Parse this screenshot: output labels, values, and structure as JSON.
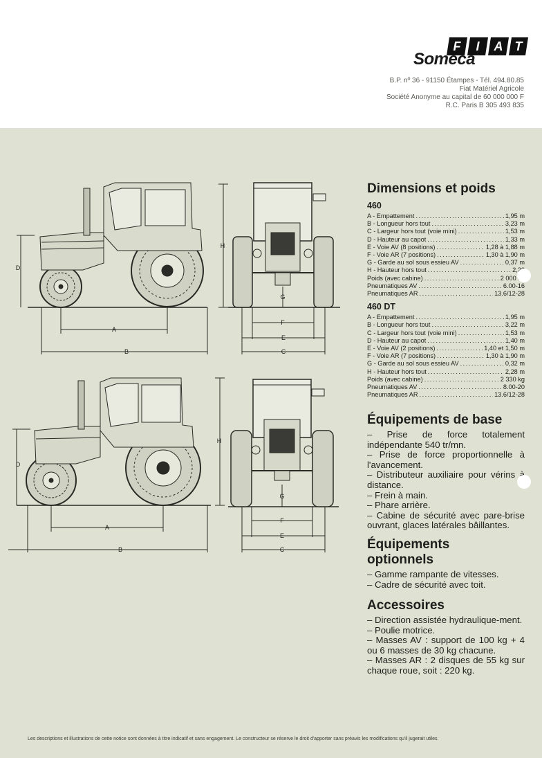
{
  "header": {
    "brand_top": "FIAT",
    "brand_bottom": "Someca",
    "address_lines": [
      "B.P. nº 36 - 91150 Étampes - Tél. 494.80.85",
      "Fiat Matériel Agricole",
      "Société Anonyme au capital de 60 000 000 F",
      "R.C. Paris B 305 493 835"
    ]
  },
  "drawing_labels": {
    "a": "A",
    "b": "B",
    "c": "C",
    "d": "D",
    "e": "E",
    "f": "F",
    "g": "G",
    "h": "H"
  },
  "dimensions": {
    "title": "Dimensions et poids",
    "models": [
      {
        "name": "460",
        "specs": [
          {
            "label": "A - Empattement",
            "value": "1,95 m"
          },
          {
            "label": "B - Longueur hors tout",
            "value": "3,23 m"
          },
          {
            "label": "C - Largeur hors tout (voie mini)",
            "value": "1,53 m"
          },
          {
            "label": "D - Hauteur au capot",
            "value": "1,33 m"
          },
          {
            "label": "E - Voie AV (8 positions)",
            "value": "1,28 à 1,88 m"
          },
          {
            "label": "F - Voie AR (7 positions)",
            "value": "1,30 à 1,90 m"
          },
          {
            "label": "G - Garde au sol sous essieu AV",
            "value": "0,37 m"
          },
          {
            "label": "H - Hauteur hors tout",
            "value": "2,28"
          },
          {
            "label": "Poids (avec cabine)",
            "value": "2 000 kg"
          },
          {
            "label": "Pneumatiques AV",
            "value": "6.00-16"
          },
          {
            "label": "Pneumatiques AR",
            "value": "13.6/12-28"
          }
        ]
      },
      {
        "name": "460 DT",
        "specs": [
          {
            "label": "A - Empattement",
            "value": "1,95 m"
          },
          {
            "label": "B - Longueur hors tout",
            "value": "3,22 m"
          },
          {
            "label": "C - Largeur hors tout (voie mini)",
            "value": "1,53 m"
          },
          {
            "label": "D - Hauteur au capot",
            "value": "1,40 m"
          },
          {
            "label": "E - Voie AV (2 positions)",
            "value": "1,40 et 1,50 m"
          },
          {
            "label": "F - Voie AR (7 positions)",
            "value": "1,30 à 1,90 m"
          },
          {
            "label": "G - Garde au sol sous essieu AV",
            "value": "0,32 m"
          },
          {
            "label": "H - Hauteur hors tout",
            "value": "2,28 m"
          },
          {
            "label": "Poids (avec cabine)",
            "value": "2 330 kg"
          },
          {
            "label": "Pneumatiques AV",
            "value": "8.00-20"
          },
          {
            "label": "Pneumatiques AR",
            "value": "13.6/12-28"
          }
        ]
      }
    ]
  },
  "equipment_base": {
    "title": "Équipements de base",
    "items": [
      "– Prise de force totalement indépendante 540 tr/mn.",
      "– Prise de force proportionnelle à l'avancement.",
      "– Distributeur auxiliaire pour vérins à distance.",
      "– Frein à main.",
      "– Phare arrière.",
      "– Cabine de sécurité avec pare-brise ouvrant, glaces latérales bâillantes."
    ]
  },
  "equipment_optional": {
    "title_line1": "Équipements",
    "title_line2": "optionnels",
    "items": [
      "– Gamme rampante de vitesses.",
      "– Cadre de sécurité avec toit."
    ]
  },
  "accessories": {
    "title": "Accessoires",
    "items": [
      "– Direction assistée hydraulique-ment.",
      "– Poulie motrice.",
      "– Masses AV : support de 100 kg + 4 ou 6 masses de 30 kg chacune.",
      "– Masses AR : 2 disques de 55 kg sur chaque roue, soit : 220 kg."
    ]
  },
  "footer": {
    "disclaimer": "Les descriptions et illustrations de cette notice sont données à titre indicatif et sans engagement. Le constructeur se réserve le droit d'apporter sans préavis les modifications qu'il jugerait utiles."
  }
}
